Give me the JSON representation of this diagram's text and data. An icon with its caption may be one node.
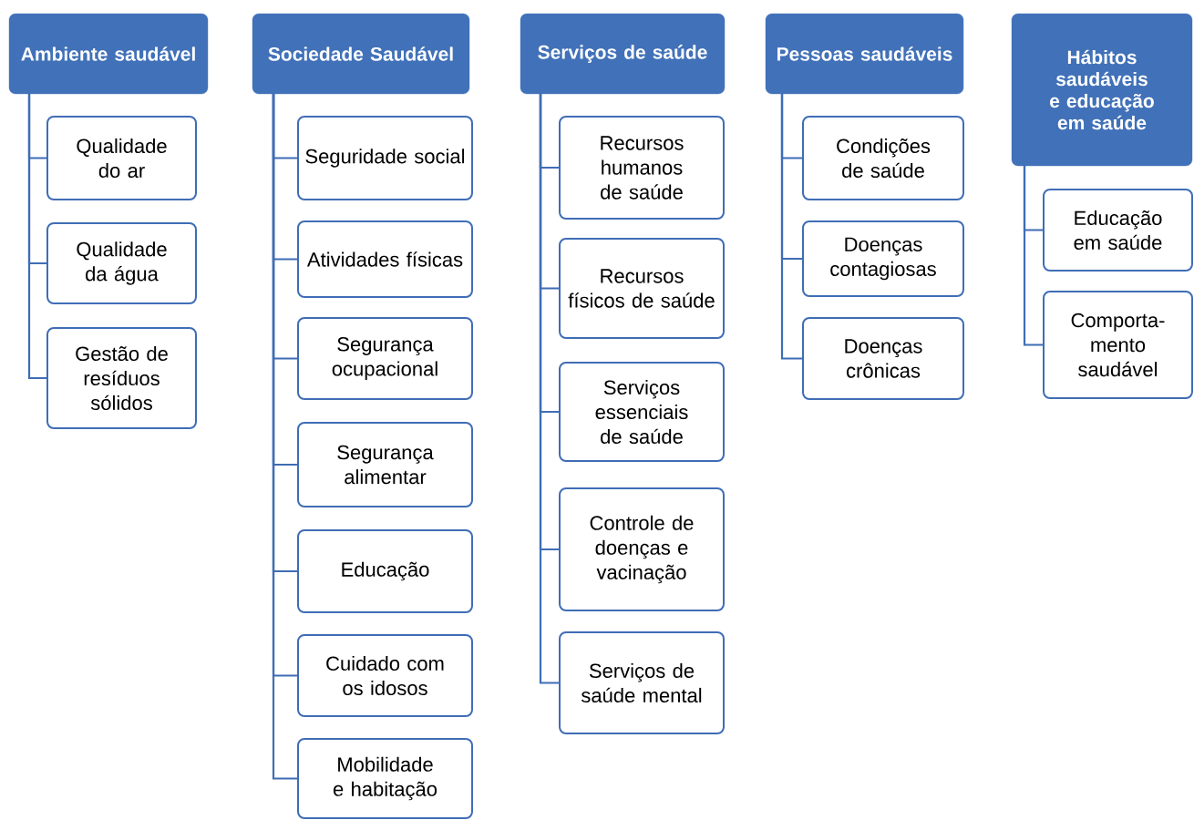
{
  "diagram": {
    "nodes": [
      {
        "text": [
          "Ambiente saudável"
        ]
      },
      {
        "text": [
          "Qualidade do ar"
        ]
      },
      {
        "text": [
          "Qualidade da água"
        ]
      },
      {
        "text": [
          "Gestão de resíduos sólidos"
        ]
      },
      {
        "text": [
          "Sociedade Saudável"
        ]
      },
      {
        "text": [
          "Seguridade social"
        ]
      },
      {
        "text": [
          "Atividades físicas"
        ]
      },
      {
        "text": [
          "Segurança ocupacional"
        ]
      },
      {
        "text": [
          "Segurança alimentar"
        ]
      },
      {
        "text": [
          "Educação"
        ]
      },
      {
        "text": [
          "Cuidado com os idosos"
        ]
      },
      {
        "text": [
          "Mobilidade e habitação"
        ]
      },
      {
        "text": [
          "Serviços de saúde"
        ]
      },
      {
        "text": [
          "Recursos humanos de saúde"
        ]
      },
      {
        "text": [
          "Recursos físicos de saúde"
        ]
      },
      {
        "text": [
          "Serviços essenciais de saúde"
        ]
      },
      {
        "text": [
          "Controle de doenças e vacinação"
        ]
      },
      {
        "text": [
          "Serviços de saúde mental"
        ]
      },
      {
        "text": [
          "Pessoas saudáveis"
        ]
      },
      {
        "text": [
          "Condições de saúde"
        ]
      },
      {
        "text": [
          "Doenças contagiosas"
        ]
      },
      {
        "text": [
          "Doenças crônicas"
        ]
      },
      {
        "text": [
          "Hábitos saudáveis e educação em saúde"
        ]
      },
      {
        "text": [
          "Educação em saúde"
        ]
      },
      {
        "text": [
          "Comporta- mento saudável"
        ]
      }
    ],
    "edges": [
      {
        "from": 0,
        "to": 1,
        "arrow": "none"
      },
      {
        "from": 0,
        "to": 2,
        "arrow": "none"
      },
      {
        "from": 0,
        "to": 3,
        "arrow": "none"
      },
      {
        "from": 4,
        "to": 5,
        "arrow": "none"
      },
      {
        "from": 4,
        "to": 6,
        "arrow": "none"
      },
      {
        "from": 4,
        "to": 7,
        "arrow": "none"
      },
      {
        "from": 4,
        "to": 8,
        "arrow": "none"
      },
      {
        "from": 4,
        "to": 9,
        "arrow": "none"
      },
      {
        "from": 4,
        "to": 10,
        "arrow": "none"
      },
      {
        "from": 4,
        "to": 11,
        "arrow": "none"
      },
      {
        "from": 12,
        "to": 13,
        "arrow": "none"
      },
      {
        "from": 12,
        "to": 14,
        "arrow": "none"
      },
      {
        "from": 12,
        "to": 15,
        "arrow": "none"
      },
      {
        "from": 12,
        "to": 16,
        "arrow": "none"
      },
      {
        "from": 12,
        "to": 17,
        "arrow": "none"
      },
      {
        "from": 18,
        "to": 19,
        "arrow": "none"
      },
      {
        "from": 18,
        "to": 20,
        "arrow": "none"
      },
      {
        "from": 18,
        "to": 21,
        "arrow": "none"
      },
      {
        "from": 22,
        "to": 23,
        "arrow": "none"
      },
      {
        "from": 22,
        "to": 24,
        "arrow": "none"
      }
    ]
  }
}
